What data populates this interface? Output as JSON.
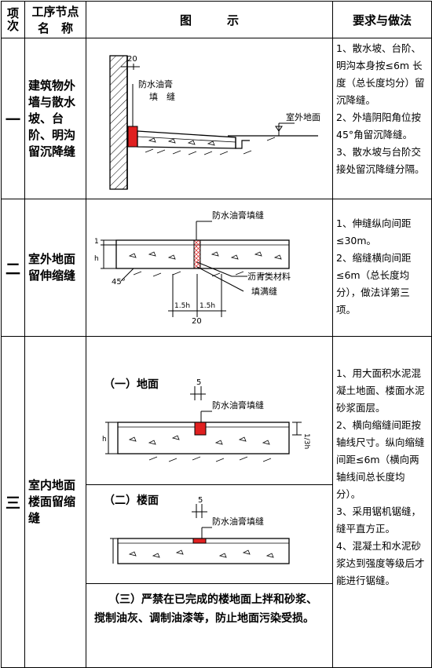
{
  "header": {
    "col1": "项次",
    "col2_l1": "工序节点",
    "col2_l2": "名　称",
    "col3": "图　　　示",
    "col4": "要求与做法"
  },
  "rows": [
    {
      "num": "一",
      "name": "建筑物外墙与散水坡、台阶、明沟留沉降缝",
      "fig": {
        "dim": "20",
        "l1": "防水油膏",
        "l2": "填　缝",
        "ground": "室外地面"
      },
      "req": [
        "1、散水坡、台阶、明沟本身按≤6m 长度（总长度均分）留沉降缝。",
        "2、外墙阴阳角位按45°角留沉降缝。",
        "3、散水坡与台阶交接处留沉降缝分隔。"
      ]
    },
    {
      "num": "二",
      "name": "室外地面留伸缩缝",
      "fig": {
        "top": "防水油膏填缝",
        "h1": "h",
        "h2": "1",
        "angle": "45°",
        "mat1": "沥青类材料",
        "mat2": "填满缝",
        "d1": "1.5h",
        "d2": "1.5h",
        "d3": "20"
      },
      "req": [
        "1、伸缝纵向间距≤30m。",
        "2、缩缝横向间距≤6m（总长度均分），做法详第三项。"
      ]
    },
    {
      "num": "三",
      "name": "室内地面楼面留缩缝",
      "fig1": {
        "title": "（一）地面",
        "dim": "5",
        "label": "防水油膏填缝",
        "frac": "1/3h",
        "h": "h"
      },
      "fig2": {
        "title": "（二）楼面",
        "dim": "5",
        "label": "防水油膏填缝"
      },
      "note": "（三）严禁在已完成的楼地面上拌和砂浆、搅制油灰、调制油漆等，防止地面污染受损。",
      "req": [
        "1、用大面积水泥混凝土地面、楼面水泥砂浆面层。",
        "2、横向缩缝间距按轴线尺寸。纵向缩缝间距≤6m（横向两轴线间总长度均分）。",
        "3、采用锯机锯缝，缝平直方正。",
        "4、混凝土和水泥砂浆达到强度等级后才能进行锯缝。"
      ]
    }
  ],
  "colors": {
    "sealant": "#e02020",
    "line": "#000000"
  }
}
